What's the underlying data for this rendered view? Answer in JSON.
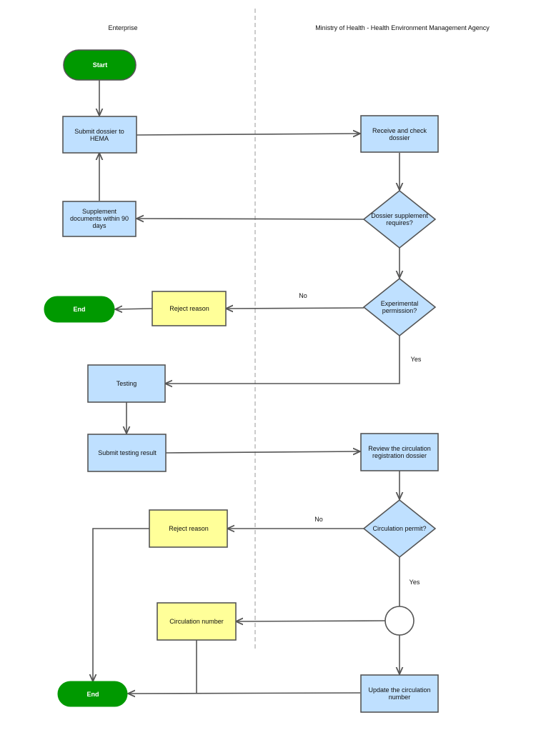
{
  "lanes": {
    "enterprise": "Enterprise",
    "agency": "Ministry of Health - Health Environment Management Agency"
  },
  "colors": {
    "process": "#bfe0ff",
    "reject": "#ffff99",
    "terminator": "#009900",
    "stroke": "#555555"
  },
  "nodes": {
    "start": "Start",
    "submit_dossier": [
      "Submit dossier to",
      "HEMA"
    ],
    "receive_check": [
      "Receive and check",
      "dossier"
    ],
    "supplement_docs": [
      "Supplement",
      "documents within 90",
      "days"
    ],
    "supplement_decision": [
      "Dossier supplement",
      "requires?"
    ],
    "experimental_decision": [
      "Experimental",
      "permission?"
    ],
    "reject_reason_1": "Reject reason",
    "end_1": "End",
    "testing": "Testing",
    "submit_testing": "Submit testing result",
    "review_dossier": [
      "Review the circulation",
      "registration dossier"
    ],
    "circulation_decision": "Circulation permit?",
    "reject_reason_2": "Reject reason",
    "circulation_number": "Circulation number",
    "update_number": [
      "Update the circulation",
      "number"
    ],
    "end_2": "End"
  },
  "edge_labels": {
    "no_1": "No",
    "yes_1": "Yes",
    "no_2": "No",
    "yes_2": "Yes"
  }
}
